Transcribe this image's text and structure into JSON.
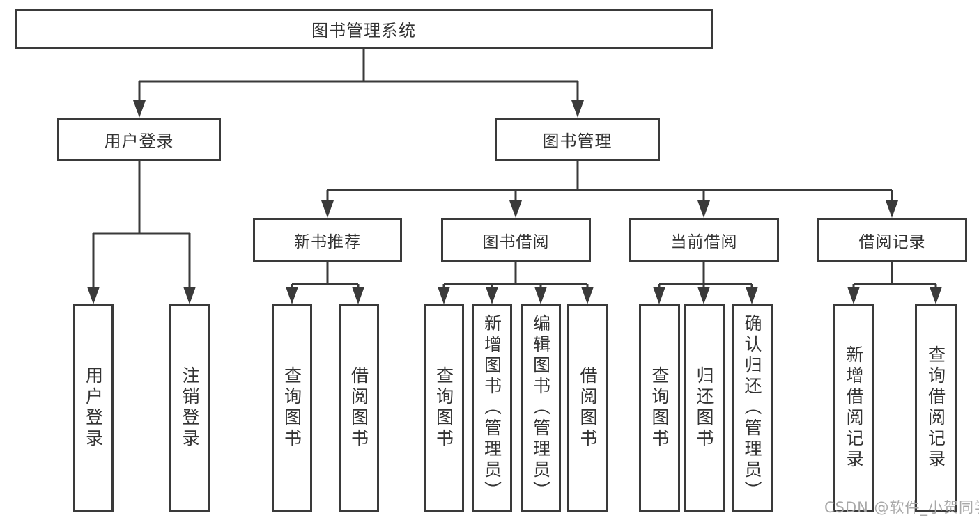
{
  "tree": {
    "root": {
      "label": "图书管理系统"
    },
    "branches": [
      {
        "label": "用户登录",
        "children": [
          {
            "label": "用户登录"
          },
          {
            "label": "注销登录"
          }
        ]
      },
      {
        "label": "图书管理",
        "children": [
          {
            "label": "新书推荐",
            "children": [
              {
                "label": "查询图书"
              },
              {
                "label": "借阅图书"
              }
            ]
          },
          {
            "label": "图书借阅",
            "children": [
              {
                "label": "查询图书"
              },
              {
                "label": "新增图书（管理员）"
              },
              {
                "label": "编辑图书（管理员）"
              },
              {
                "label": "借阅图书"
              }
            ]
          },
          {
            "label": "当前借阅",
            "children": [
              {
                "label": "查询图书"
              },
              {
                "label": "归还图书"
              },
              {
                "label": "确认归还（管理员）"
              }
            ]
          },
          {
            "label": "借阅记录",
            "children": [
              {
                "label": "新增借阅记录"
              },
              {
                "label": "查询借阅记录"
              }
            ]
          }
        ]
      }
    ]
  },
  "watermark": {
    "text": "CSDN @软件_小贺同学",
    "color": "#a8a8a8"
  },
  "colors": {
    "line": "#3a3a3a",
    "box_border": "#3a3a3a",
    "text": "#333333",
    "background": "#ffffff"
  }
}
